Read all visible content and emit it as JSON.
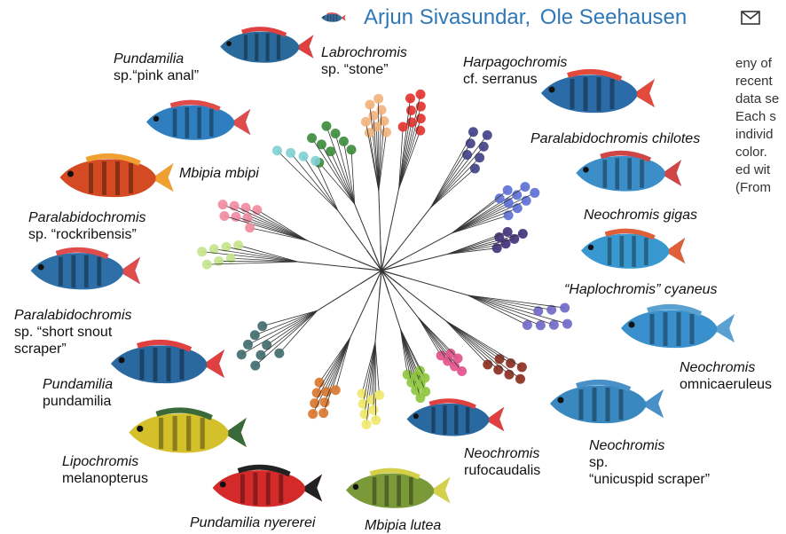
{
  "header": {
    "author1": "Arjun Sivasundar,",
    "author2": "Ole Seehausen",
    "mail_icon": "envelope-icon",
    "accent": "#2f78b7"
  },
  "side_text": [
    "eny of",
    "recent",
    "data se",
    "Each s",
    "individ",
    "color.",
    "ed wit",
    "(From"
  ],
  "species": [
    {
      "l1": "Pundamilia",
      "l2": "sp.“pink anal”"
    },
    {
      "l1": "Labrochromis",
      "l2": "sp. “stone”"
    },
    {
      "l1": "Harpagochromis",
      "l2": "cf. serranus"
    },
    {
      "l1": "Paralabidochromis chilotes",
      "l2": ""
    },
    {
      "l1": "Mbipia mbipi",
      "l2": ""
    },
    {
      "l1": "Paralabidochromis",
      "l2": "sp. “rockribensis”"
    },
    {
      "l1": "Neochromis gigas",
      "l2": ""
    },
    {
      "l1": "“Haplochromis” cyaneus",
      "l2": ""
    },
    {
      "l1": "Paralabidochromis",
      "l2": "sp. “short snout",
      "l3": "scraper”"
    },
    {
      "l1": "Neochromis",
      "l2": "omnicaeruleus"
    },
    {
      "l1": "Pundamilia",
      "l2": "pundamilia"
    },
    {
      "l1": "Neochromis",
      "l2": "rufocaudalis"
    },
    {
      "l1": "Neochromis",
      "l2": "sp.",
      "l3": "“unicuspid scraper”"
    },
    {
      "l1": "Lipochromis",
      "l2": "melanopterus"
    },
    {
      "l1": "Pundamilia nyererei",
      "l2": ""
    },
    {
      "l1": "Mbipia lutea",
      "l2": ""
    }
  ],
  "clade_colors": [
    "#3b8a3a",
    "#f2b27a",
    "#e2302a",
    "#3f3f86",
    "#5b6fd4",
    "#3f2f7a",
    "#6f67c8",
    "#8a2a1c",
    "#e0508a",
    "#8cc43a",
    "#f0e86a",
    "#d9742a",
    "#3f6a6a",
    "#c4e48a",
    "#f08aa0",
    "#7ecfd4"
  ],
  "fish_icons": [
    "fish-icon"
  ]
}
